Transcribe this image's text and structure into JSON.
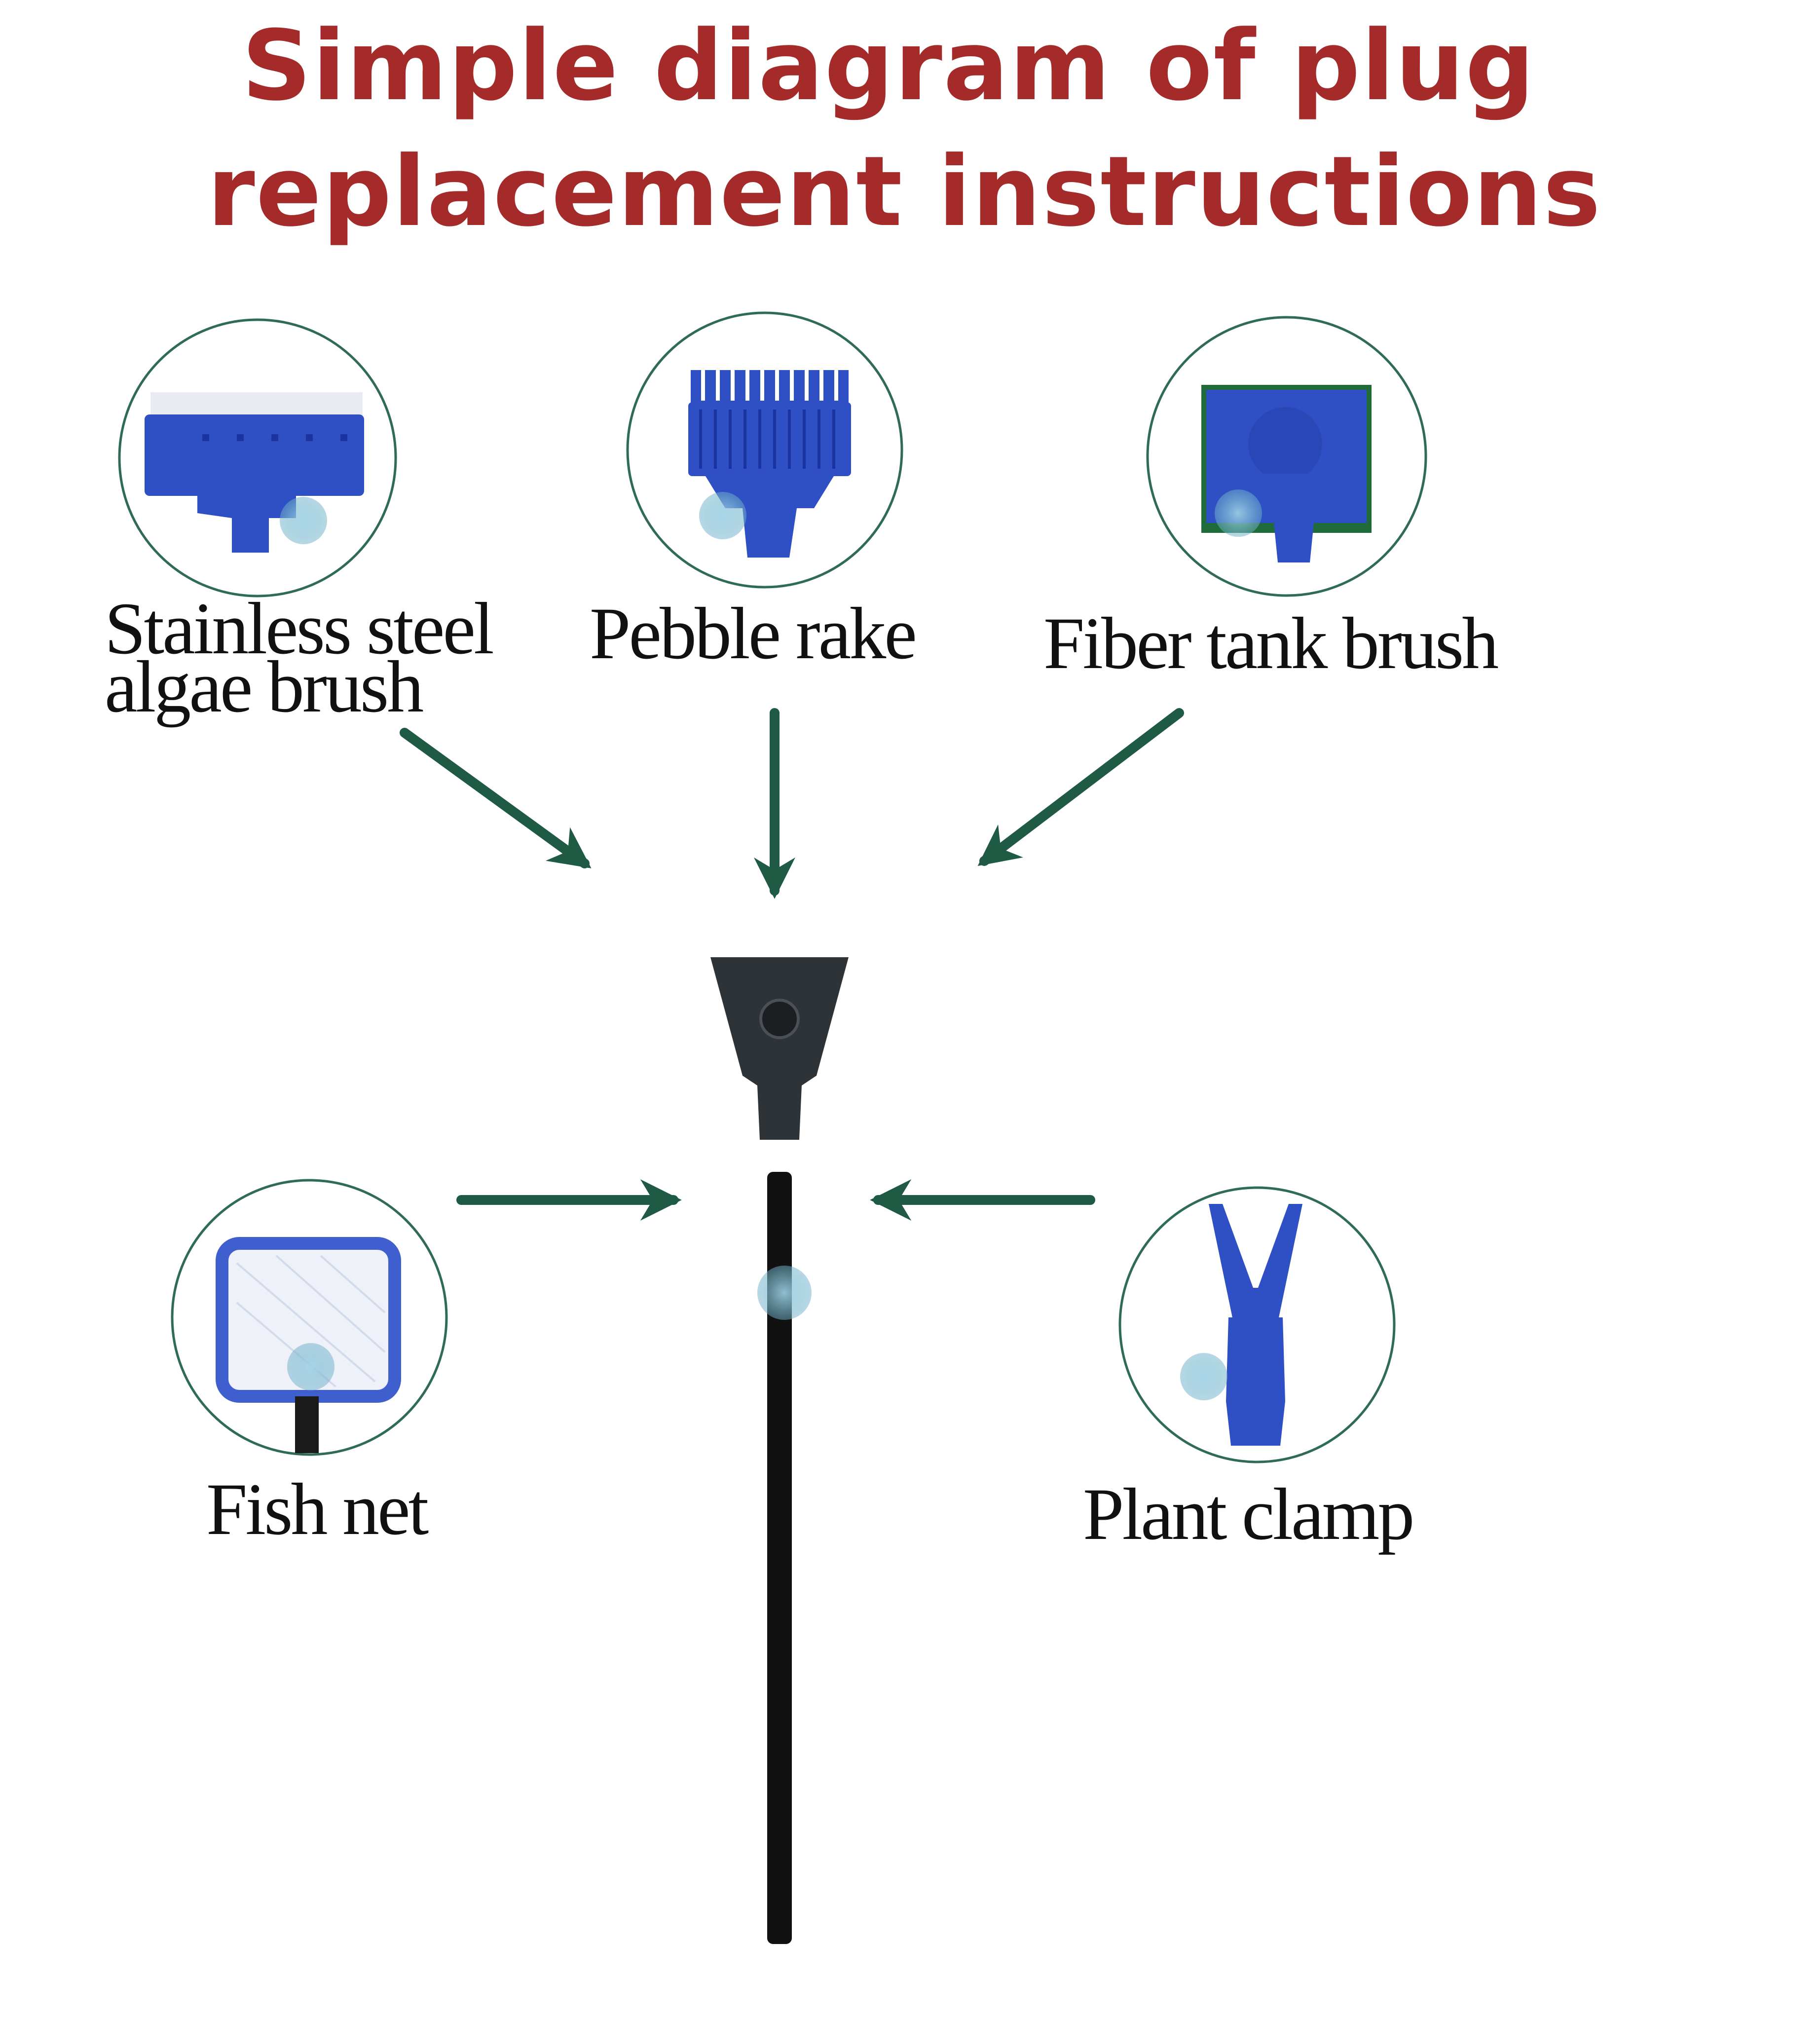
{
  "title": {
    "line1": "Simple diagram of plug",
    "line2": "replacement instructions"
  },
  "attachments": {
    "algae_brush": {
      "label_line1": "Stainless steel",
      "label_line2": "algae brush"
    },
    "pebble_rake": {
      "label": "Pebble rake"
    },
    "fiber_brush": {
      "label": "Fiber tank brush"
    },
    "fish_net": {
      "label": "Fish net"
    },
    "plant_clamp": {
      "label": "Plant clamp"
    }
  },
  "colors": {
    "title": "#a52a2a",
    "arrow": "#1f5a45",
    "circle": "#2f6b55",
    "blue_part": "#2f4fc4",
    "handle": "#1a1a1a",
    "fiber_pad": "#1f6b3a"
  },
  "icons": [
    "watermark-logo-icon",
    "arrow-icon"
  ]
}
